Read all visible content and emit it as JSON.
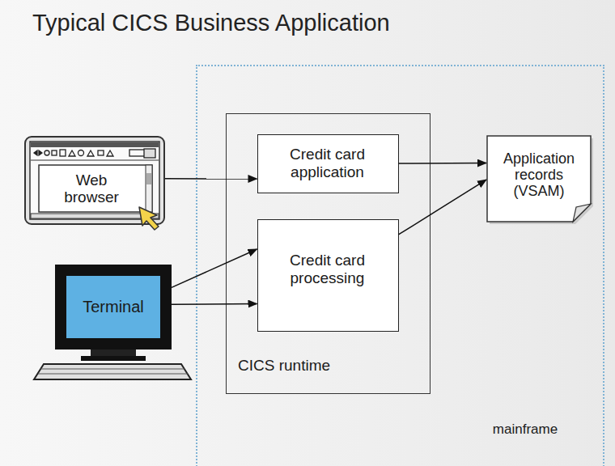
{
  "diagram": {
    "title": "Typical CICS Business Application",
    "nodes": [
      {
        "text": [
          "Web browser"
        ]
      },
      {
        "text": [
          "Terminal"
        ]
      },
      {
        "text": [
          "mainframe"
        ]
      },
      {
        "text": [
          "CICS runtime"
        ],
        "in": 2
      },
      {
        "text": [
          "Credit card application"
        ],
        "in": 3
      },
      {
        "text": [
          "Credit card processing"
        ],
        "in": 3
      },
      {
        "text": [
          "Application records (VSAM)"
        ],
        "in": 2
      }
    ],
    "edges": [
      {
        "from": 0,
        "to": 4,
        "arrow": "to"
      },
      {
        "from": 1,
        "to": 5,
        "arrow": "to"
      },
      {
        "from": 1,
        "to": 5,
        "arrow": "to"
      },
      {
        "from": 4,
        "to": 6,
        "arrow": "to"
      },
      {
        "from": 5,
        "to": 6,
        "arrow": "to"
      }
    ]
  }
}
